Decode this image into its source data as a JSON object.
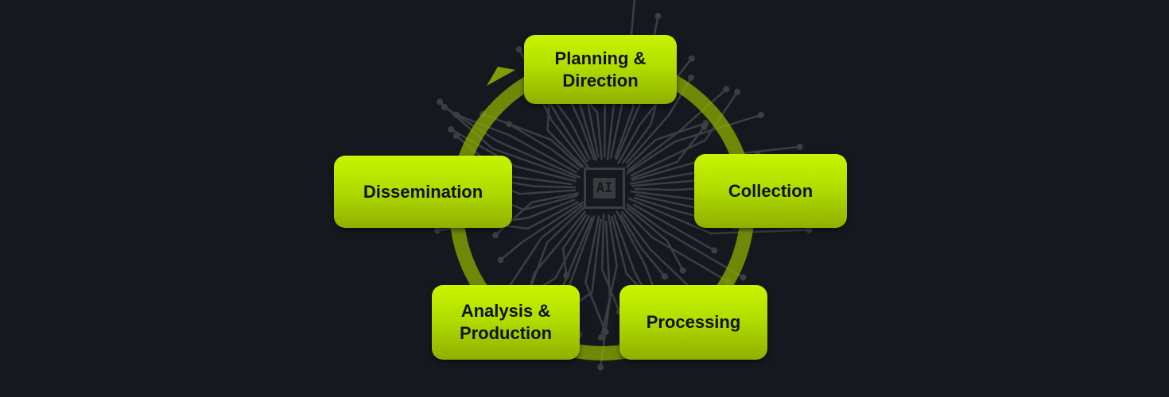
{
  "title": "Intelligence Cycle",
  "center_chip": {
    "label": "AI"
  },
  "stages": [
    {
      "id": "planning",
      "label": "Planning &\nDirection"
    },
    {
      "id": "collection",
      "label": "Collection"
    },
    {
      "id": "processing",
      "label": "Processing"
    },
    {
      "id": "analysis",
      "label": "Analysis &\nProduction"
    },
    {
      "id": "dissemination",
      "label": "Dissemination"
    }
  ],
  "colors": {
    "background": "#15181e",
    "accent": "#b8e400",
    "ring": "#8fae00",
    "circuit": "#3c3e43"
  }
}
